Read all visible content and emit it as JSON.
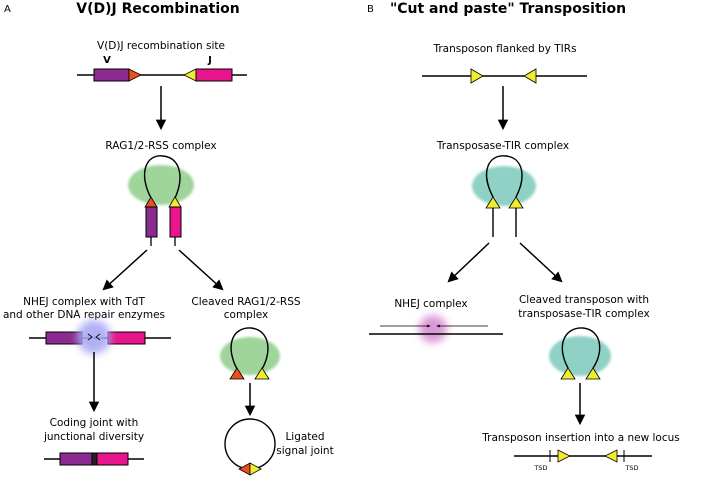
{
  "colors": {
    "purple": "#8a2c8f",
    "pink": "#e8158c",
    "orange_red": "#e8501e",
    "yellow": "#f1ec2c",
    "green_blob": "#9fd49b",
    "teal_blob": "#8fd1c5",
    "blue_blob": "#a9a8f5",
    "magenta_blob": "#d58ed3",
    "line": "#000000"
  },
  "panel_a": {
    "letter": "A",
    "title": "V(D)J Recombination",
    "site_label": "V(D)J recombination site",
    "v_label": "V",
    "j_label": "J",
    "rag_label": "RAG1/2-RSS complex",
    "nhej_label_1": "NHEJ complex with TdT",
    "nhej_label_2": "and other DNA repair enzymes",
    "cleaved_label_1": "Cleaved RAG1/2-RSS",
    "cleaved_label_2": "complex",
    "coding_label_1": "Coding joint with",
    "coding_label_2": "junctional diversity",
    "ligated_label_1": "Ligated",
    "ligated_label_2": "signal joint"
  },
  "panel_b": {
    "letter": "B",
    "title": "\"Cut and paste\" Transposition",
    "flanked_label": "Transposon flanked by TIRs",
    "complex_label": "Transposase-TIR complex",
    "nhej_label": "NHEJ complex",
    "cleaved_label_1": "Cleaved transposon with",
    "cleaved_label_2": "transposase-TIR complex",
    "insertion_label": "Transposon insertion into a new locus",
    "tsd_left": "TSD",
    "tsd_right": "TSD"
  }
}
